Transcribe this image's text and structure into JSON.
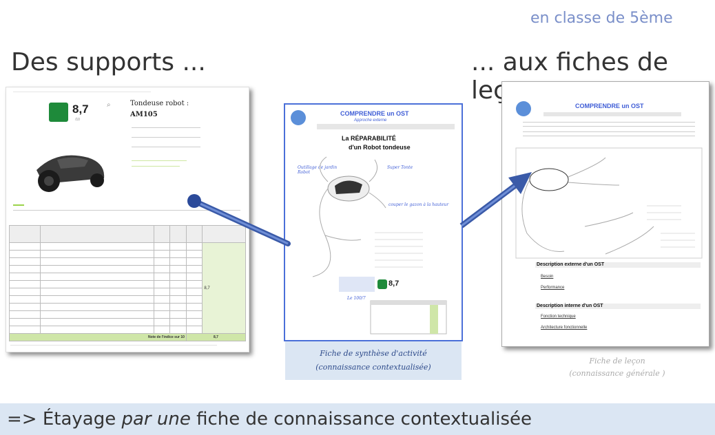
{
  "header": {
    "top_note": "en classe de 5ème",
    "title_left": "Des supports ...",
    "title_right": "... aux fiches de leçon"
  },
  "support_doc": {
    "score": "8,7",
    "score_unit": "/10",
    "product_title_line1": "Tondeuse robot :",
    "product_title_line2": "AM105",
    "total_label": "Note de l'indice sur 10",
    "total_value": "8,7",
    "side_score": "8,7"
  },
  "activity_sheet": {
    "header": "COMPRENDRE un OST",
    "subheader": "Approche externe",
    "main_title_line1": "La RÉPARABILITÉ",
    "main_title_line2": "d'un Robot tondeuse",
    "hw_left": "Outillage de jardin Robot",
    "hw_right": "Super Tonte",
    "hw_right2": "couper le gazon à la hauteur",
    "score": "8,7",
    "hw_bottom": "Le 100/7"
  },
  "lesson_sheet": {
    "header": "COMPRENDRE un OST",
    "section1": "Description externe d'un OST",
    "bullet1": "Besoin",
    "bullet2": "Performance",
    "section2": "Description interne d'un OST",
    "bullet3": "Fonction technique",
    "bullet4": "Architecture fonctionnelle"
  },
  "captions": {
    "mid_line1": "Fiche de synthèse d'activité",
    "mid_line2": "(connaissance contextualisée)",
    "right_line1": "Fiche de leçon",
    "right_line2": "(connaissance générale )"
  },
  "bottom": {
    "prefix": "=> Étayage ",
    "emph": "par une",
    "suffix": " fiche de connaissance contextualisée"
  },
  "colors": {
    "arrow": "#3a5aa8",
    "accent_blue": "#4a6fd8",
    "band": "#dbe6f3",
    "green": "#1e8a3a"
  }
}
